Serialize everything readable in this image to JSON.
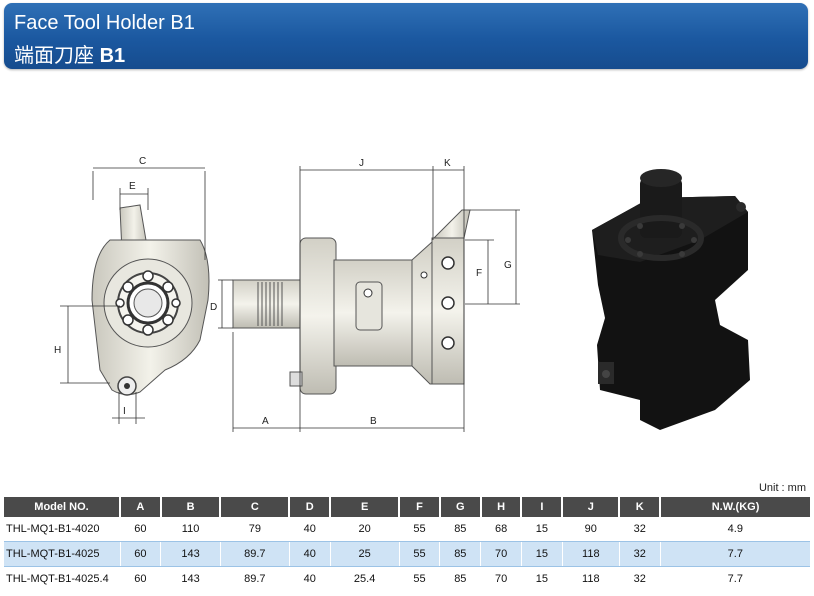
{
  "header": {
    "title_en": "Face Tool Holder B1",
    "title_cn": "端面刀座",
    "title_cn_model": "B1"
  },
  "drawing": {
    "dim_labels": {
      "c": "C",
      "e": "E",
      "h": "H",
      "i": "I",
      "d": "D",
      "a": "A",
      "b": "B",
      "j": "J",
      "k": "K",
      "f": "F",
      "g": "G"
    }
  },
  "unit": "Unit : mm",
  "table": {
    "headers": [
      "Model NO.",
      "A",
      "B",
      "C",
      "D",
      "E",
      "F",
      "G",
      "H",
      "I",
      "J",
      "K",
      "N.W.(KG)"
    ],
    "rows": [
      [
        "THL-MQ1-B1-4020",
        "60",
        "110",
        "79",
        "40",
        "20",
        "55",
        "85",
        "68",
        "15",
        "90",
        "32",
        "4.9"
      ],
      [
        "THL-MQT-B1-4025",
        "60",
        "143",
        "89.7",
        "40",
        "25",
        "55",
        "85",
        "70",
        "15",
        "118",
        "32",
        "7.7"
      ],
      [
        "THL-MQT-B1-4025.4",
        "60",
        "143",
        "89.7",
        "40",
        "25.4",
        "55",
        "85",
        "70",
        "15",
        "118",
        "32",
        "7.7"
      ]
    ]
  },
  "colors": {
    "banner": "#1b58a0",
    "header_row": "#4a4a4a",
    "alt_row": "#cfe3f5"
  }
}
